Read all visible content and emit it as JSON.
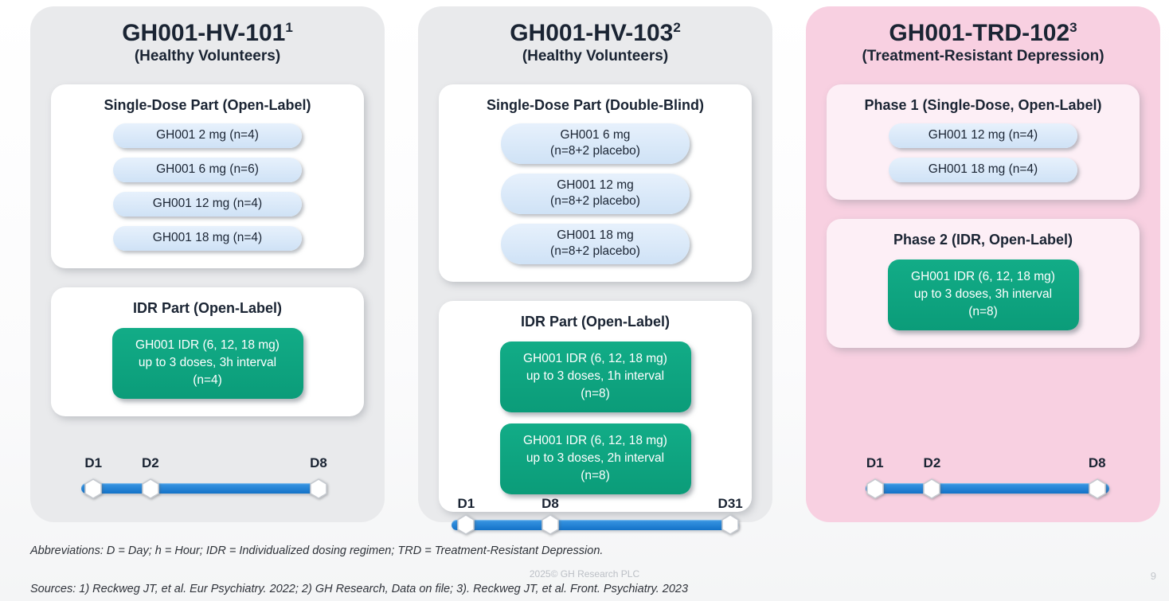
{
  "slide": {
    "columns": [
      {
        "id": "gh001-hv-101",
        "theme": "gray",
        "title": "GH001-HV-101",
        "title_superscript": "1",
        "subtitle": "(Healthy Volunteers)",
        "sections": [
          {
            "heading": "Single-Dose Part (Open-Label)",
            "pills": [
              {
                "lines": [
                  "GH001 2 mg (n=4)"
                ]
              },
              {
                "lines": [
                  "GH001 6 mg (n=6)"
                ]
              },
              {
                "lines": [
                  "GH001 12 mg (n=4)"
                ]
              },
              {
                "lines": [
                  "GH001 18 mg (n=4)"
                ]
              }
            ]
          },
          {
            "heading": "IDR Part (Open-Label)",
            "green_boxes": [
              {
                "lines": [
                  "GH001 IDR (6, 12, 18 mg)",
                  "up to 3 doses, 3h interval",
                  "(n=4)"
                ]
              }
            ]
          }
        ],
        "timeline": {
          "labels": [
            "D1",
            "D2",
            "D8"
          ],
          "label_position": "above"
        }
      },
      {
        "id": "gh001-hv-103",
        "theme": "gray",
        "title": "GH001-HV-103",
        "title_superscript": "2",
        "subtitle": "(Healthy Volunteers)",
        "sections": [
          {
            "heading": "Single-Dose Part (Double-Blind)",
            "pills": [
              {
                "lines": [
                  "GH001 6 mg",
                  "(n=8+2 placebo)"
                ]
              },
              {
                "lines": [
                  "GH001 12 mg",
                  "(n=8+2 placebo)"
                ]
              },
              {
                "lines": [
                  "GH001 18 mg",
                  "(n=8+2 placebo)"
                ]
              }
            ]
          },
          {
            "heading": "IDR Part (Open-Label)",
            "green_boxes": [
              {
                "lines": [
                  "GH001 IDR (6, 12, 18 mg)",
                  "up to 3 doses, 1h interval",
                  "(n=8)"
                ]
              },
              {
                "lines": [
                  "GH001 IDR (6, 12, 18 mg)",
                  "up to 3 doses, 2h interval",
                  "(n=8)"
                ]
              }
            ]
          }
        ],
        "timeline": {
          "labels": [
            "D1",
            "D8",
            "D31"
          ],
          "label_position": "below"
        }
      },
      {
        "id": "gh001-trd-102",
        "theme": "pink",
        "title": "GH001-TRD-102",
        "title_superscript": "3",
        "subtitle": "(Treatment-Resistant Depression)",
        "sections": [
          {
            "heading": "Phase 1 (Single-Dose, Open-Label)",
            "pills": [
              {
                "lines": [
                  "GH001 12 mg (n=4)"
                ]
              },
              {
                "lines": [
                  "GH001 18 mg (n=4)"
                ]
              }
            ]
          },
          {
            "heading": "Phase 2 (IDR, Open-Label)",
            "green_boxes": [
              {
                "lines": [
                  "GH001 IDR (6, 12, 18 mg)",
                  "up to 3 doses, 3h interval",
                  "(n=8)"
                ]
              }
            ]
          }
        ],
        "timeline": {
          "labels": [
            "D1",
            "D2",
            "D8"
          ],
          "label_position": "above"
        }
      }
    ],
    "footer": {
      "abbreviations": "Abbreviations: D = Day; h = Hour; IDR = Individualized dosing regimen; TRD = Treatment-Resistant Depression.",
      "copyright": "2025© GH Research PLC",
      "sources": "Sources: 1) Reckweg JT, et al. Eur Psychiatry. 2022; 2) GH Research, Data on file; 3). Reckweg JT, et al. Front. Psychiatry. 2023",
      "page_number": "9"
    },
    "colors": {
      "gray_column_bg": "#e9eaec",
      "pink_column_bg": "#f8d0e1",
      "pink_panel_bg": "#fdeff6",
      "pill_blue_bg": "#d9e8f9",
      "green_box_bg": "#0ea483",
      "timeline_blue": "#1b7fd6",
      "heading_navy": "#1a2433"
    }
  }
}
